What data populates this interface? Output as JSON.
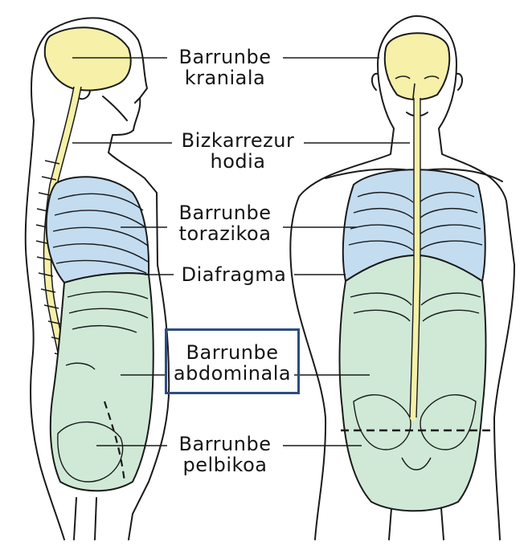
{
  "labels": {
    "cranial": {
      "line1": "Barrunbe",
      "line2": "kraniala"
    },
    "spinal": {
      "line1": "Bizkarrezur",
      "line2": "hodia"
    },
    "thoracic": {
      "line1": "Barrunbe",
      "line2": "torazikoa"
    },
    "diaphragm": {
      "line1": "Diafragma"
    },
    "abdominal": {
      "line1": "Barrunbe",
      "line2": "abdominala"
    },
    "pelvic": {
      "line1": "Barrunbe",
      "line2": "pelbikoa"
    }
  },
  "highlighted_label": "abdominal",
  "colors": {
    "cranial_spinal": "#f6f0a8",
    "thoracic": "#c3dcf0",
    "abdominopelvic": "#cfe9d6",
    "outline": "#1a1a1a",
    "highlight_box": "#2e4d7f"
  }
}
